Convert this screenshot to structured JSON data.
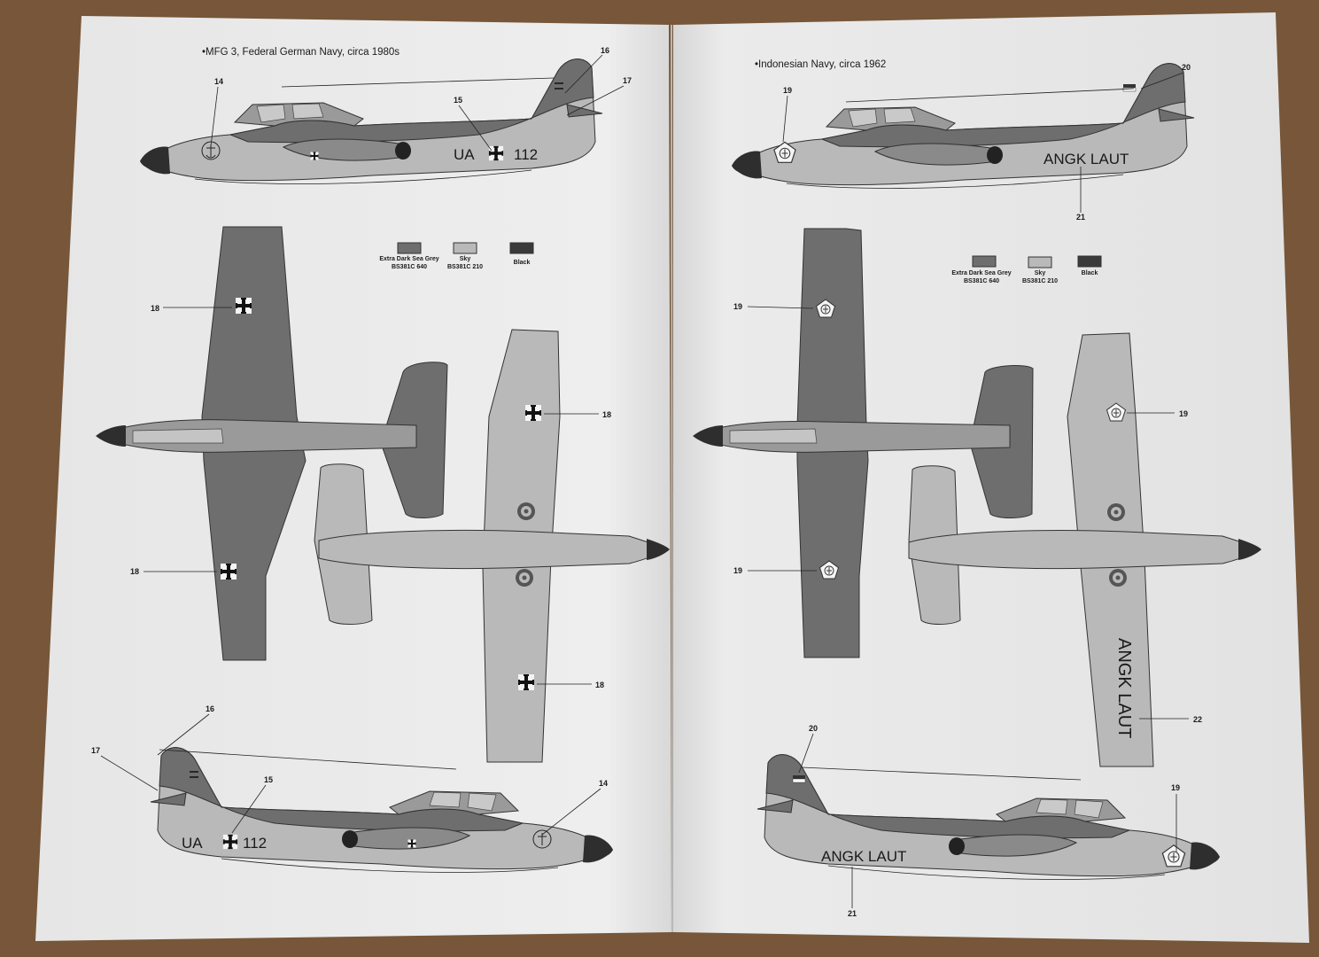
{
  "left_page": {
    "title": "•MFG 3, Federal German Navy, circa 1980s",
    "swatches": [
      {
        "label": "Extra Dark Sea Grey",
        "code": "BS381C 640",
        "color": "#6e6e6e"
      },
      {
        "label": "Sky",
        "code": "BS381C 210",
        "color": "#b9b9b9"
      },
      {
        "label": "Black",
        "code": "",
        "color": "#3a3a3a"
      }
    ],
    "callouts": {
      "c14a": "14",
      "c15a": "15",
      "c16a": "16",
      "c17a": "17",
      "c18a": "18",
      "c18b": "18",
      "c18c": "18",
      "c18d": "18",
      "c16b": "16",
      "c17b": "17",
      "c15b": "15",
      "c14b": "14"
    },
    "markings": {
      "side_ua": "UA",
      "side_num": "112"
    }
  },
  "right_page": {
    "title": "•Indonesian Navy, circa 1962",
    "swatches": [
      {
        "label": "Extra Dark Sea Grey",
        "code": "BS381C 640",
        "color": "#6e6e6e"
      },
      {
        "label": "Sky",
        "code": "BS381C 210",
        "color": "#b9b9b9"
      },
      {
        "label": "Black",
        "code": "",
        "color": "#3a3a3a"
      }
    ],
    "callouts": {
      "c19a": "19",
      "c20a": "20",
      "c21a": "21",
      "c19b": "19",
      "c19c": "19",
      "c19d": "19",
      "c22": "22",
      "c20b": "20",
      "c21b": "21",
      "c19e": "19"
    },
    "markings": {
      "side_text": "ANGK LAUT",
      "wing_text": "ANGK LAUT"
    }
  },
  "colors": {
    "edsg": "#6e6e6e",
    "sky": "#b9b9b9",
    "black": "#2e2e2e",
    "paper": "#e9e9e9",
    "table": "#7a5a3c"
  }
}
